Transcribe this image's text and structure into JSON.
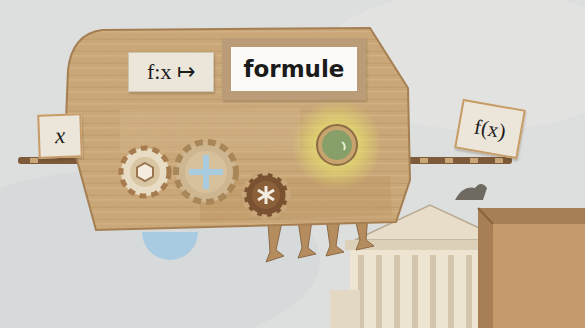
{
  "diagram": {
    "nodes": [
      {
        "text": [
          "f:x ↦"
        ]
      },
      {
        "text": [
          "formule"
        ]
      },
      {
        "text": [
          "x"
        ]
      },
      {
        "text": [
          "f(x)"
        ]
      }
    ]
  }
}
